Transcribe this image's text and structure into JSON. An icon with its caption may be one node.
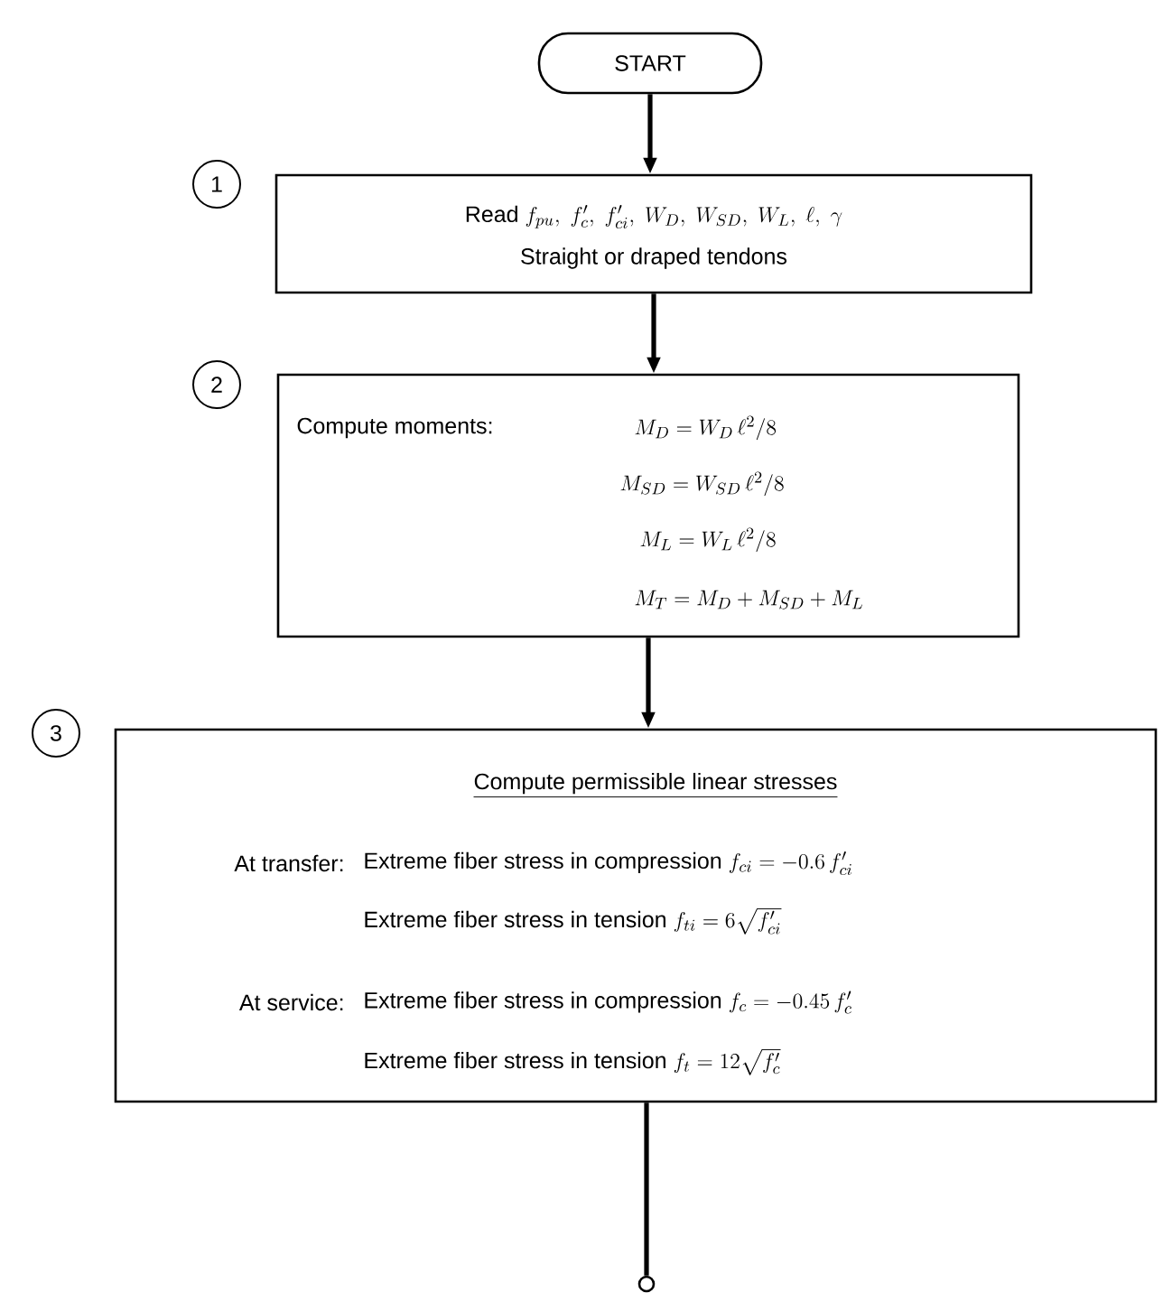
{
  "diagram": {
    "nodes": [
      {
        "text": [
          "START"
        ]
      },
      {
        "text": [
          "\\text{Read } f_{pu},\\ f'_{c},\\ f'_{ci},\\ W_{D},\\ W_{SD},\\ W_{L},\\ \\ell,\\ \\gamma",
          "Straight or draped tendons"
        ],
        "beside": [
          "1"
        ]
      },
      {
        "text": [
          "Compute moments:",
          "M_{D} = W_{D}\\,\\ell^{2}/8",
          "M_{SD} = W_{SD}\\,\\ell^{2}/8",
          "M_{L} = W_{L}\\,\\ell^{2}/8",
          "M_{T} = M_{D} + M_{SD} + M_{L}"
        ],
        "beside": [
          "2"
        ]
      },
      {
        "text": [
          "Compute permissible linear stresses",
          "At transfer:",
          "\\text{Extreme fiber stress in compression } f_{ci} = -0.6\\,f'_{ci}",
          "\\text{Extreme fiber stress in tension } f_{ti} = 6\\sqrt{f'_{ci}}",
          "At service:",
          "\\text{Extreme fiber stress in compression } f_{c} = -0.45\\,f'_{c}",
          "\\text{Extreme fiber stress in tension } f_{t} = 12\\sqrt{f'_{c}}"
        ],
        "beside": [
          "3"
        ]
      },
      {
        "text": [],
        "shape": "circle"
      }
    ],
    "edges": [
      {
        "from": 0,
        "to": 1,
        "arrow": "to"
      },
      {
        "from": 1,
        "to": 2,
        "arrow": "to"
      },
      {
        "from": 2,
        "to": 3,
        "arrow": "to"
      },
      {
        "from": 3,
        "to": 4,
        "arrow": "none"
      }
    ]
  }
}
